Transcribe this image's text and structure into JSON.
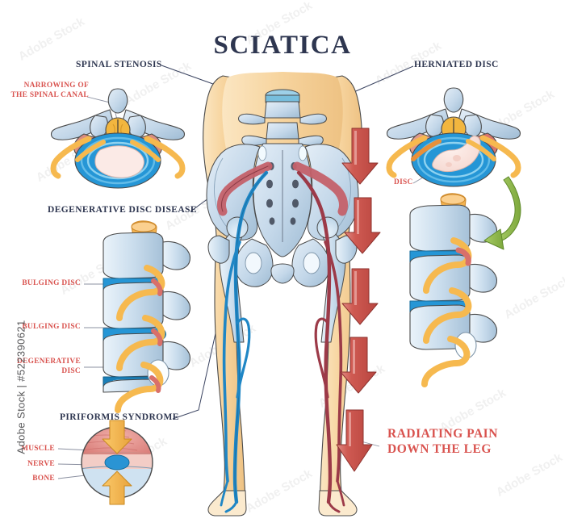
{
  "title": "SCIATICA",
  "colors": {
    "title": "#2e3650",
    "red_label": "#d9534f",
    "arrow_red": "#c9534c",
    "skin": "#f7d5a0",
    "bone": "#bdd3e6",
    "nerve_yellow": "#f6b94f",
    "disc_blue": "#2596d6",
    "green_arrow": "#8cb94a",
    "nerve_left": "#1f86c5",
    "nerve_right": "#9c3a48",
    "muscle_pink": "#e08a86"
  },
  "sections": {
    "spinal_stenosis": {
      "heading": "SPINAL STENOSIS",
      "labels": [
        {
          "line1": "NARROWING OF",
          "line2": "THE SPINAL CANAL"
        }
      ]
    },
    "degenerative_disc_disease": {
      "heading": "DEGENERATIVE DISC DISEASE",
      "labels": [
        {
          "text": "BULGING DISC"
        },
        {
          "text": "BULGING DISC"
        },
        {
          "line1": "DEGENERATIVE",
          "line2": "DISC"
        }
      ]
    },
    "piriformis_syndrome": {
      "heading": "PIRIFORMIS SYNDROME",
      "labels": [
        {
          "text": "MUSCLE"
        },
        {
          "text": "NERVE"
        },
        {
          "text": "BONE"
        }
      ]
    },
    "herniated_disc": {
      "heading": "HERNIATED DISC",
      "labels": [
        {
          "text": "DISC"
        }
      ]
    },
    "radiating_pain": {
      "line1": "RADIATING PAIN",
      "line2": "DOWN THE LEG",
      "arrow_count": 5
    }
  },
  "watermark": {
    "vertical": "Adobe Stock | #522390621",
    "tile": "Adobe Stock"
  }
}
